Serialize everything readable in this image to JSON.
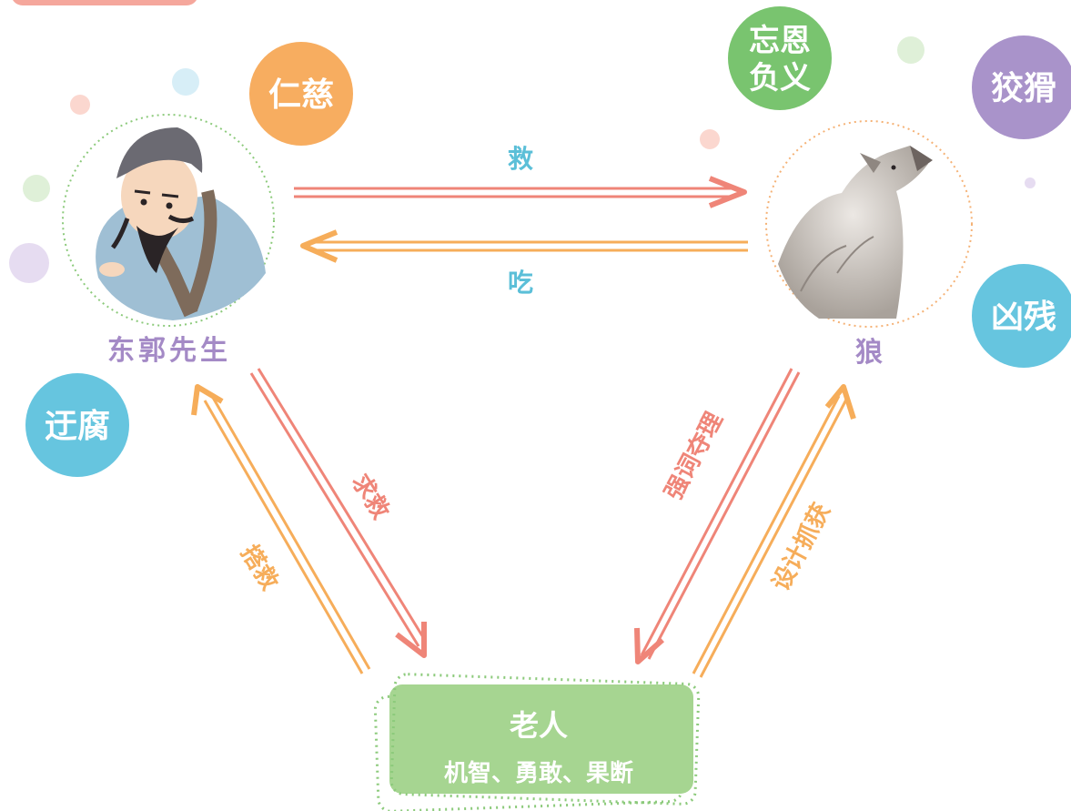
{
  "characters": {
    "dongguo": {
      "name": "东郭先生",
      "name_color": "#a48ac6"
    },
    "wolf": {
      "name": "狼",
      "name_color": "#a48ac6"
    },
    "oldman": {
      "name": "老人",
      "traits": "机智、勇敢、果断"
    }
  },
  "traits": {
    "renci": "仁慈",
    "yufu": "迂腐",
    "wangen_line1": "忘恩",
    "wangen_line2": "负义",
    "jiaohua": "狡猾",
    "xiongcan": "凶残"
  },
  "relations": {
    "save": "救",
    "eat": "吃",
    "ask_help": "求救",
    "rescue": "搭救",
    "argue": "强词夺理",
    "trap": "设计抓获"
  },
  "colors": {
    "red_arrow": "#ef8578",
    "orange_arrow": "#f6ad5a",
    "relation_text_blue": "#5bbfd8",
    "renci_bubble": "#f7ad60",
    "yufu_bubble": "#66c5df",
    "wangen_bubble": "#79c46f",
    "jiaohua_bubble": "#a993ca",
    "xiongcan_bubble": "#66c5df",
    "oldman_card": "#a6d591"
  }
}
